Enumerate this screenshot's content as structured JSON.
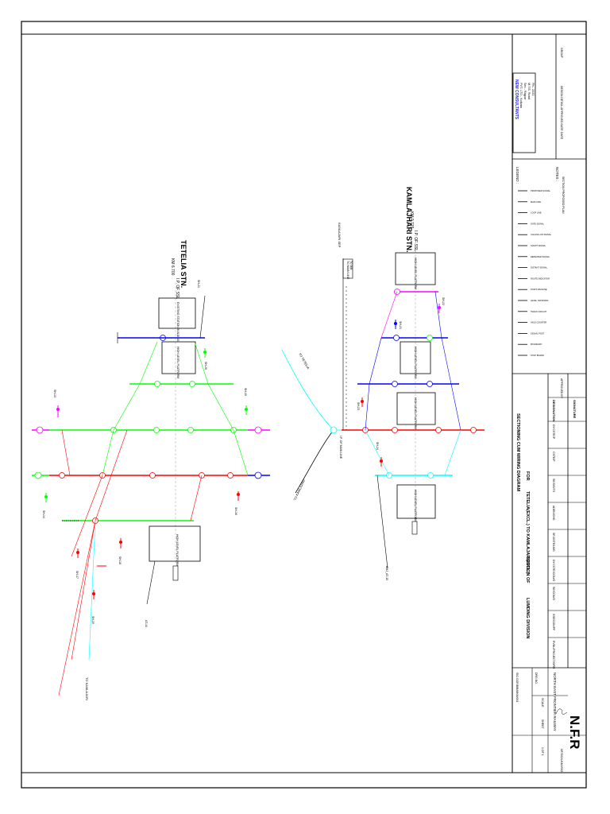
{
  "drawing": {
    "left_station": {
      "name": "TETELIA STN.",
      "km_label": "KM 6.700",
      "ip_label": "I.P. OF SSL",
      "building_label": "EXISTING STATION BUILDING",
      "platforms": [
        "HIGH LEVEL PLATFORM",
        "HIGH LEVEL PLATFORM"
      ],
      "signals": [
        "SH-13",
        "SH-14",
        "SH-15",
        "SH-16",
        "SH-17",
        "SH-18",
        "SH-19",
        "SH-20",
        "SH-21"
      ],
      "destination": "TO KAMLAJARI",
      "gate": "AT-14"
    },
    "right_station": {
      "name": "KAMLAJHARI STN.",
      "km_label": "KM 9.715",
      "ip_label": "I.P. OF SSL",
      "note_top": "KAMLAJARI SEP",
      "platforms": [
        "HIGH LEVEL PLATFORM",
        "HIGH LEVEL PLATFORM",
        "HIGH LEVEL PLATFORM",
        "HIGH LEVEL PLATFORM"
      ],
      "signals": [
        "SH-21",
        "SH-22",
        "SH-23",
        "SH-24"
      ],
      "gate_label": "KMJ_AT-15",
      "legend_box": [
        "TO MAIN LINE",
        "TO BIB"
      ],
      "side_label": "I.P. OF MAIN LINE",
      "approach_labels": [
        "TO TETELIA",
        "TO KAMLAJARI"
      ]
    },
    "title_block": {
      "consultant_name": "NEW CONSULTANTS",
      "consultant_lines": [
        "PVT. LTD., Kolkata",
        "Sec.- Rajpur",
        "M.T.B. Road",
        "Ph.- 2222"
      ],
      "revision_headers": [
        "GROUP",
        "DESIGN DETAIL APPROVED DATE",
        "DATE"
      ],
      "legend_title": "LEGEND :",
      "notes_title": "NOTES :",
      "notes_text": "SECTION PROPOSED PLAN",
      "legend_items": [
        "PROPOSED SIGNAL",
        "MAIN LINE",
        "LOOP LINE",
        "GATE SIGNAL",
        "CALLING-ON SIGNAL",
        "SHUNT SIGNAL",
        "REPEATER SIGNAL",
        "DISTANT SIGNAL",
        "ROUTE INDICATOR",
        "POINT MACHINE",
        "LEVEL CROSSING",
        "TRACK CIRCUIT",
        "AXLE COUNTER",
        "SIGNAL POST",
        "BOUNDARY",
        "STOP BOARD"
      ],
      "main_title_lines": [
        "SECTIONING CUM WIRING DIAGRAM",
        "FOR",
        "TETELIA(EXCL.) TO KAMLAJARI(INCL.)",
        "SECTION OF",
        "LUMDING DIVISION"
      ],
      "approved_header": "APPROVED BY",
      "designation_header": "DESIGNATION",
      "signature_header": "SIGNATURE",
      "designations": [
        "DY.CSTE/P",
        "CSTE/P",
        "SE/SIG/TS",
        "ADEN/CHG",
        "SR.DSTE/LMG",
        "DY.CSTE/CON/G",
        "SE/CON/G",
        "SSE/CON/PF",
        "RVNL/PROJECT/DPM"
      ],
      "railway_name": "NORTH EAST FRONTIER RAILWAY",
      "drawing_no_label": "DRG.NO.",
      "drawing_no": "NF/SIG/L/KMJ/002",
      "scale_label": "SCALE",
      "sheet_label": "SHEET",
      "sheet": "1 OF 1",
      "logo_text": "N.F.R",
      "ref_label": "SIG.COR/BIB/MKM/001"
    },
    "colors": {
      "main_red": "#ff0000",
      "loop_green": "#00ff00",
      "blue_line": "#0000ff",
      "magenta_line": "#ff00ff",
      "cyan_line": "#00ffff",
      "frame": "#000000"
    }
  }
}
